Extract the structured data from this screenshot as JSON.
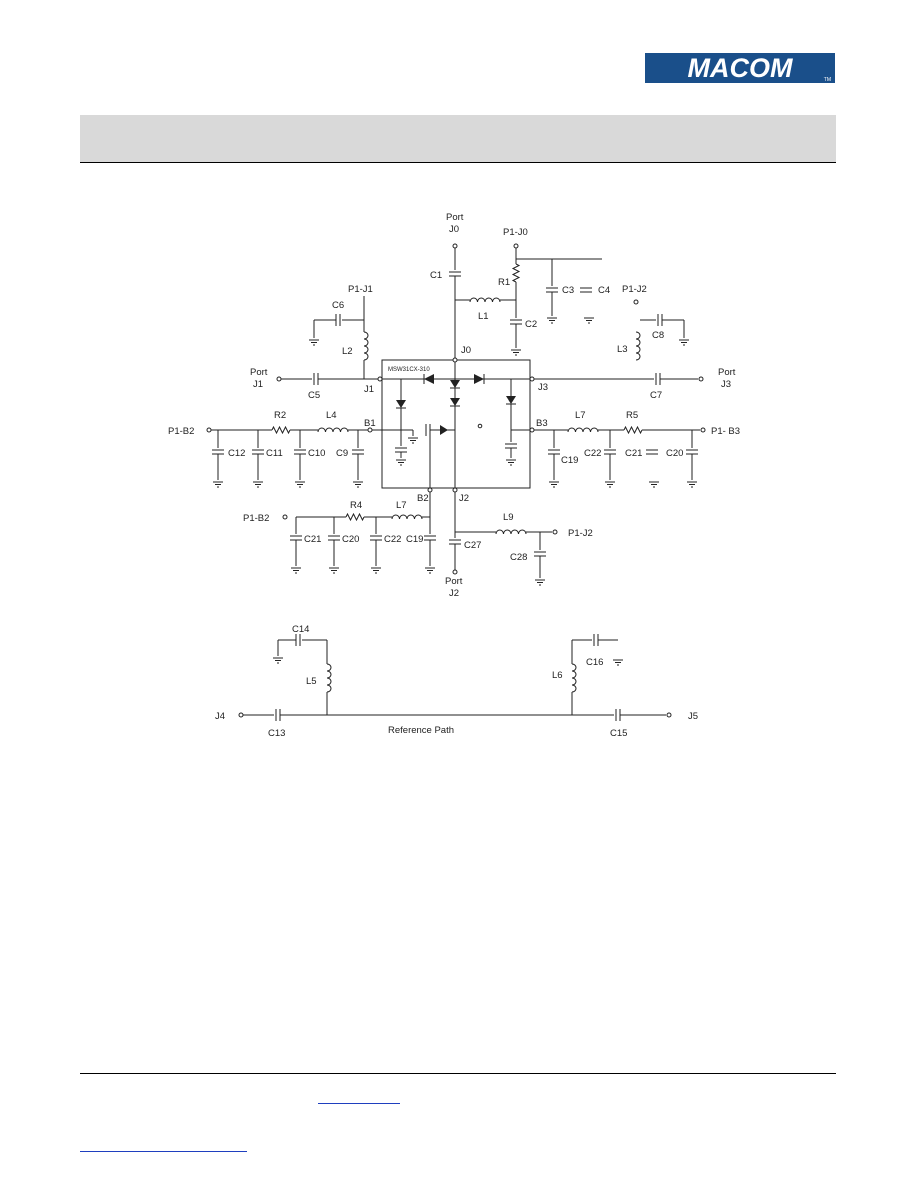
{
  "brand": {
    "logo_text": "MACOM",
    "trademark": "TM",
    "color": "#1a4f8a"
  },
  "schematic": {
    "ic_part": "MSW31CX-310",
    "labels": {
      "port_j0": [
        "Port",
        "J0"
      ],
      "port_j1": [
        "Port",
        "J1"
      ],
      "port_j2": [
        "Port",
        "J2"
      ],
      "port_j3": [
        "Port",
        "J3"
      ],
      "p1_j0": "P1-J0",
      "p1_j1": "P1-J1",
      "p1_j2_top": "P1-J2",
      "p1_j2_bottom": "P1-J2",
      "p1_b2_left": "P1-B2",
      "p1_b2_bottom": "P1-B2",
      "p1_b3": "P1- B3",
      "node_j0": "J0",
      "node_j1": "J1",
      "node_j2": "J2",
      "node_j3": "J3",
      "node_b1": "B1",
      "node_b2": "B2",
      "node_b3": "B3",
      "reference_path": "Reference Path",
      "ref_j4": "J4",
      "ref_j5": "J5"
    },
    "components": {
      "C1": "C1",
      "C2": "C2",
      "C3": "C3",
      "C4": "C4",
      "C5": "C5",
      "C6": "C6",
      "C7": "C7",
      "C8": "C8",
      "C9": "C9",
      "C10": "C10",
      "C11": "C11",
      "C12": "C12",
      "C13": "C13",
      "C14": "C14",
      "C15": "C15",
      "C16": "C16",
      "C19a": "C19",
      "C19b": "C19",
      "C20a": "C20",
      "C20b": "C20",
      "C21a": "C21",
      "C21b": "C21",
      "C22a": "C22",
      "C22b": "C22",
      "C27": "C27",
      "C28": "C28",
      "R1": "R1",
      "R2": "R2",
      "R4": "R4",
      "R5": "R5",
      "L1": "L1",
      "L2": "L2",
      "L3": "L3",
      "L4": "L4",
      "L5": "L5",
      "L6": "L6",
      "L7a": "L7",
      "L7b": "L7",
      "L9": "L9"
    }
  }
}
